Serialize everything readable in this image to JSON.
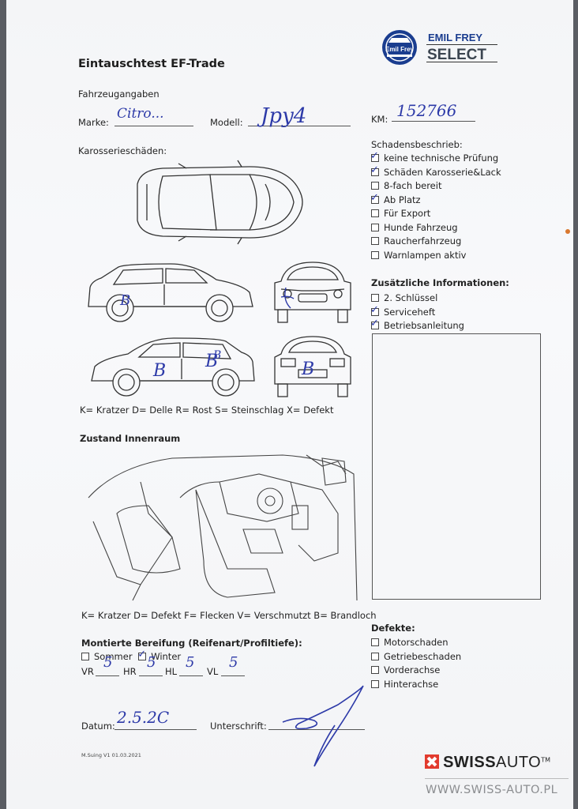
{
  "title": "Eintauschtest EF-Trade",
  "brand": {
    "emblem_text": "Emil Frey",
    "line1": "EMIL FREY",
    "line2": "SELECT"
  },
  "vehicle": {
    "heading": "Fahrzeugangaben",
    "marke_label": "Marke:",
    "modell_label": "Modell:",
    "km_label": "KM:",
    "marke_value": "Citro...",
    "modell_value": "Jpy4",
    "km_value": "152766"
  },
  "body_damage": {
    "heading": "Karosserieschäden:",
    "marks": [
      "B",
      "B",
      "B",
      "B",
      "B"
    ],
    "legend": "K= Kratzer D= Delle R= Rost S= Steinschlag X= Defekt"
  },
  "damage_description": {
    "heading": "Schadensbeschrieb:",
    "items": [
      {
        "label": "keine technische Prüfung",
        "checked": true
      },
      {
        "label": "Schäden Karosserie&Lack",
        "checked": true
      },
      {
        "label": "8-fach bereit",
        "checked": false
      },
      {
        "label": "Ab Platz",
        "checked": true
      },
      {
        "label": "Für Export",
        "checked": false
      },
      {
        "label": "Hunde Fahrzeug",
        "checked": false
      },
      {
        "label": "Raucherfahrzeug",
        "checked": false
      },
      {
        "label": "Warnlampen aktiv",
        "checked": false
      }
    ]
  },
  "additional_info": {
    "heading": "Zusätzliche Informationen:",
    "items": [
      {
        "label": "2. Schlüssel",
        "checked": false
      },
      {
        "label": "Serviceheft",
        "checked": true
      },
      {
        "label": "Betriebsanleitung",
        "checked": true
      }
    ]
  },
  "interior": {
    "heading": "Zustand Innenraum",
    "legend": "K= Kratzer D= Defekt F= Flecken V= Verschmutzt B= Brandloch"
  },
  "tires": {
    "heading": "Montierte Bereifung (Reifenart/Profiltiefe):",
    "summer_label": "Sommer",
    "summer_checked": false,
    "winter_label": "Winter",
    "winter_checked": true,
    "vr_label": "VR",
    "vr_value": "5",
    "hr_label": "HR",
    "hr_value": "5",
    "hl_label": "HL",
    "hl_value": "5",
    "vl_label": "VL",
    "vl_value": "5"
  },
  "defects": {
    "heading": "Defekte:",
    "items": [
      {
        "label": "Motorschaden",
        "checked": false
      },
      {
        "label": "Getriebeschaden",
        "checked": false
      },
      {
        "label": "Vorderachse",
        "checked": false
      },
      {
        "label": "Hinterachse",
        "checked": false
      }
    ]
  },
  "footer": {
    "datum_label": "Datum:",
    "datum_value": "2.5.2C",
    "signature_label": "Unterschrift:",
    "version": "M.Suing V1 01.03.2021",
    "swiss_a": "SWISS",
    "swiss_b": "AUTO",
    "tm": "TM",
    "url": "WWW.SWISS-AUTO.PL"
  }
}
